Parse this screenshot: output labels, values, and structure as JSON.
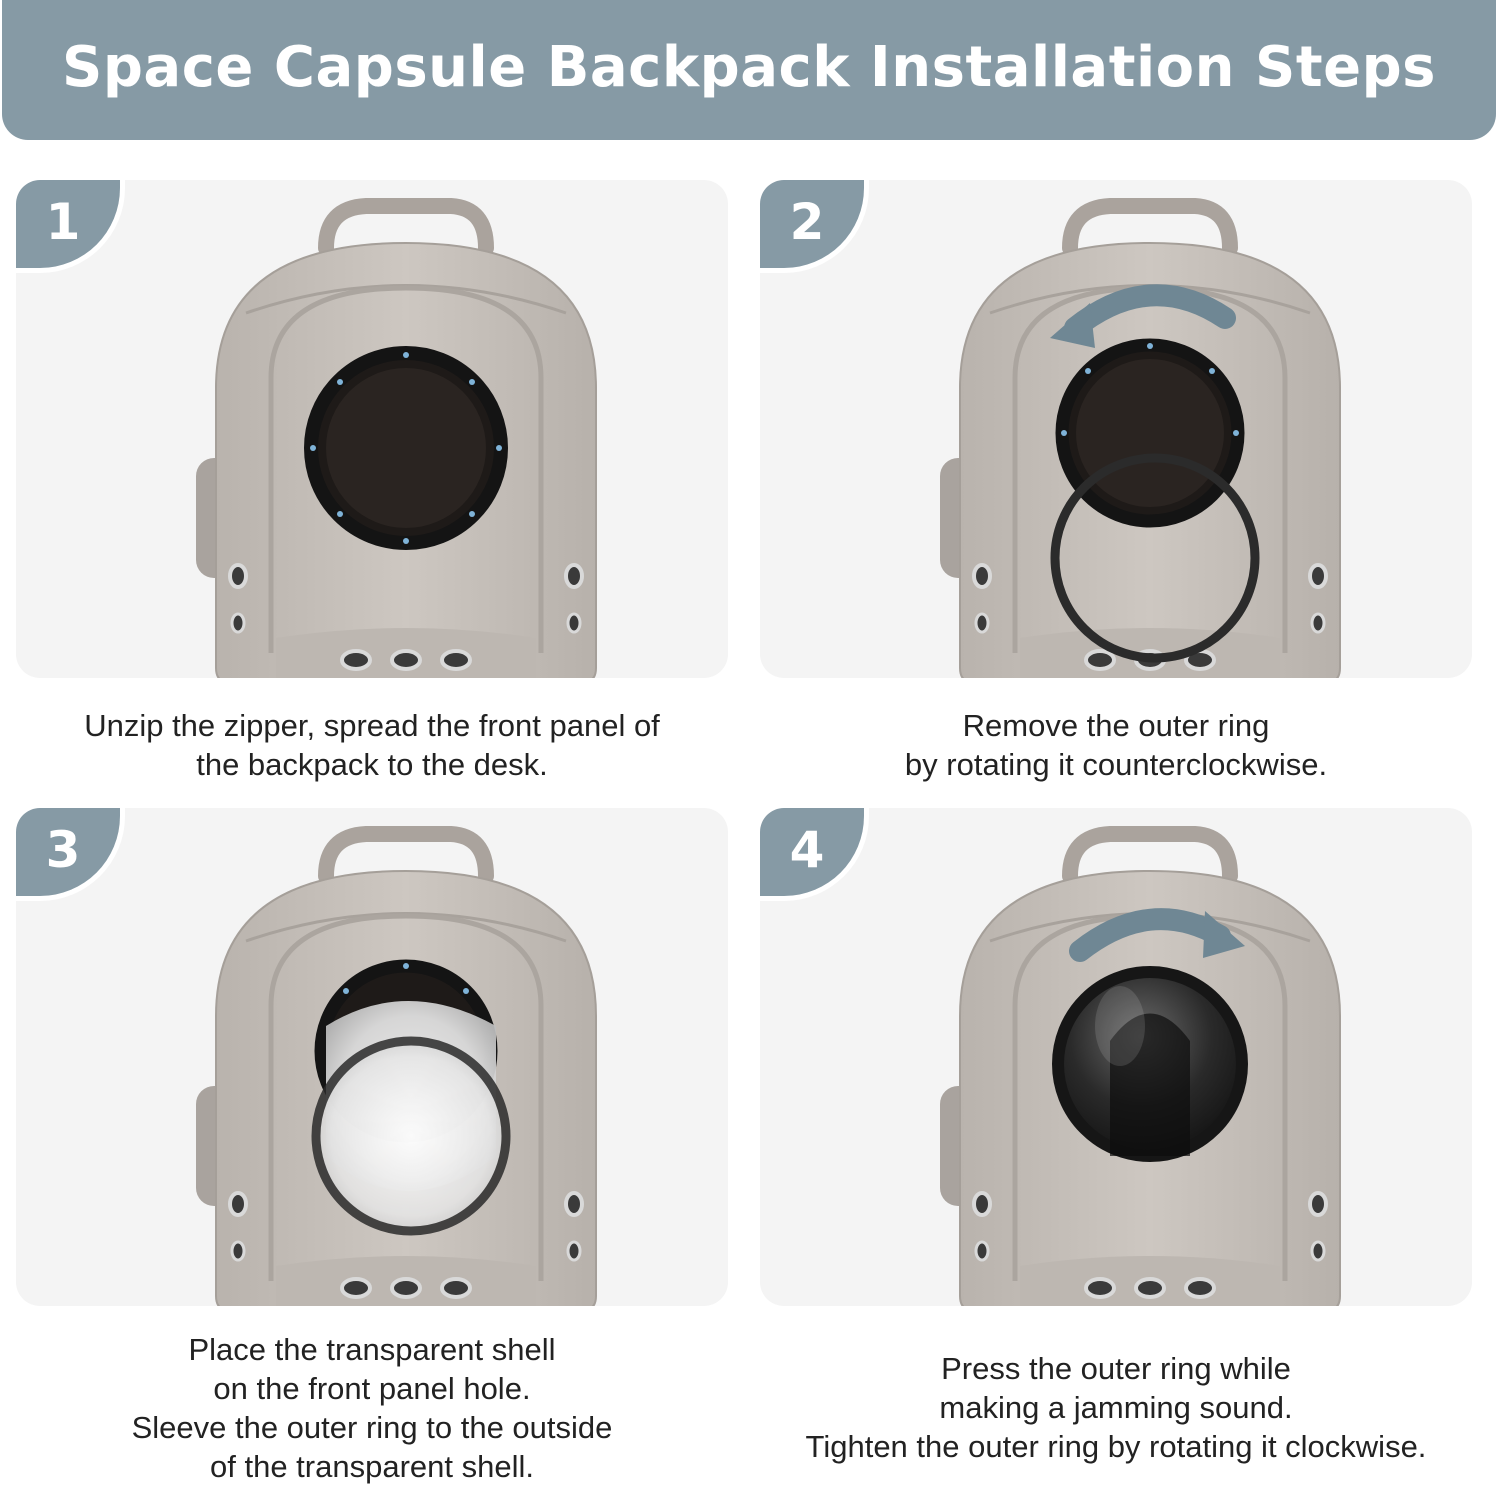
{
  "header": {
    "title": "Space Capsule Backpack Installation Steps"
  },
  "colors": {
    "accent": "#869aa5",
    "panel": "#f4f4f4",
    "fabric": "#c8c2bc",
    "ring": "#2b2b2b"
  },
  "steps": [
    {
      "number": "1",
      "caption": [
        "Unzip the zipper, spread the front panel of",
        "the backpack to the desk."
      ]
    },
    {
      "number": "2",
      "caption": [
        "Remove the outer ring",
        "by rotating it counterclockwise."
      ],
      "arrow": "counterclockwise-arrow-icon"
    },
    {
      "number": "3",
      "caption": [
        "Place the transparent shell",
        "on the front panel hole.",
        "Sleeve the outer ring to the outside",
        "of the transparent shell."
      ]
    },
    {
      "number": "4",
      "caption": [
        "Press the outer ring while",
        "making a jamming sound.",
        "Tighten the outer ring by rotating it clockwise."
      ],
      "arrow": "clockwise-arrow-icon"
    }
  ]
}
